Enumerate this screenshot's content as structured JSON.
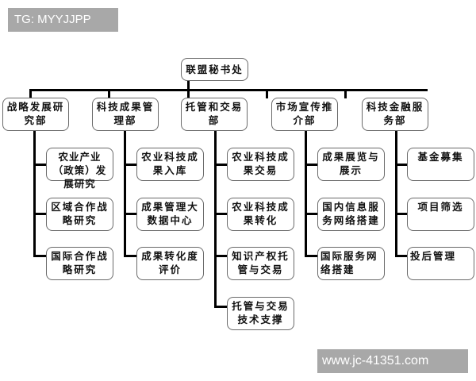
{
  "watermarks": {
    "top_left": "TG: MYYJJPP",
    "bottom_right": "www.jc-41351.com"
  },
  "root": {
    "label": "联盟秘书处"
  },
  "departments": [
    {
      "label": "战略发展研究部",
      "children": [
        "农业产业（政策）发展研究",
        "区域合作战略研究",
        "国际合作战略研究"
      ]
    },
    {
      "label": "科技成果管理部",
      "children": [
        "农业科技成果入库",
        "成果管理大数据中心",
        "成果转化度评价"
      ]
    },
    {
      "label": "托管和交易部",
      "children": [
        "农业科技成果交易",
        "农业科技成果转化",
        "知识产权托管与交易",
        "托管与交易技术支撑"
      ]
    },
    {
      "label": "市场宣传推介部",
      "children": [
        "成果展览与展示",
        "国内信息服务网络搭建",
        "国际服务网络搭建"
      ]
    },
    {
      "label": "科技金融服务部",
      "children": [
        "基金募集",
        "项目筛选",
        "投后管理"
      ]
    }
  ],
  "colors": {
    "watermark_bg": "#a8a8a8",
    "watermark_text": "#ffffff",
    "node_border": "#6a6a6a",
    "connector": "#000000"
  }
}
